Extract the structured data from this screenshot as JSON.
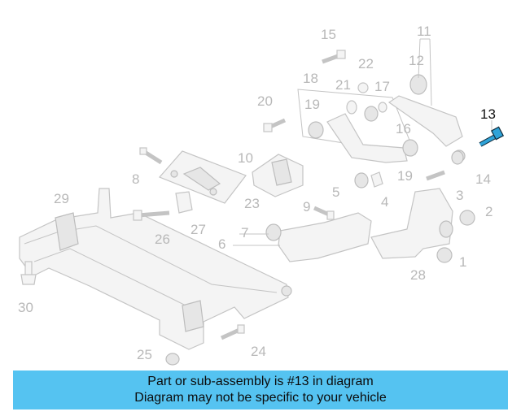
{
  "diagram": {
    "callouts": [
      "15",
      "11",
      "12",
      "22",
      "18",
      "21",
      "17",
      "20",
      "19",
      "16",
      "13",
      "10",
      "8",
      "14",
      "19",
      "23",
      "5",
      "4",
      "3",
      "29",
      "9",
      "2",
      "7",
      "6",
      "26",
      "27",
      "1",
      "28",
      "30",
      "24",
      "25"
    ],
    "highlighted": "13"
  },
  "banner": {
    "line1": "Part or sub-assembly is #13 in diagram",
    "line2": "Diagram may not be specific to your vehicle",
    "color": "#55c3f1"
  }
}
